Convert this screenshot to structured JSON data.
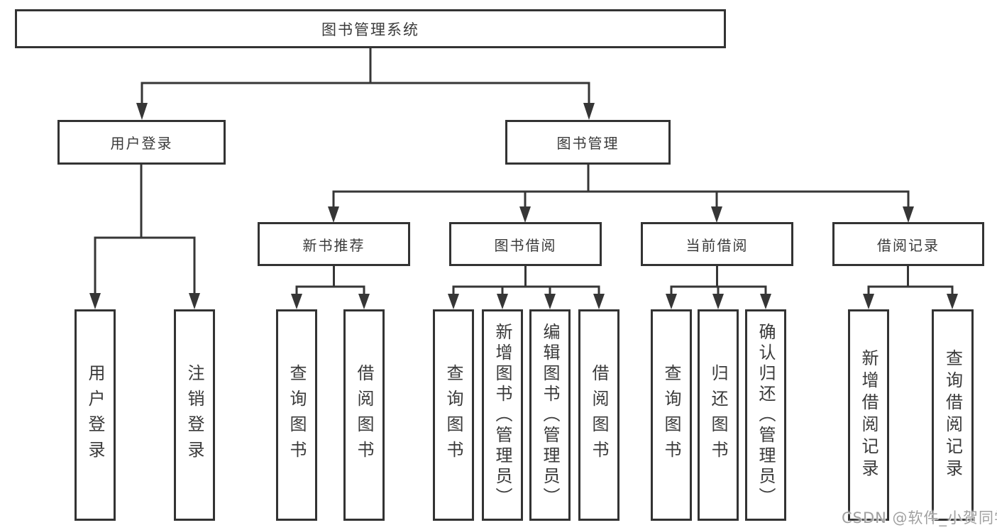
{
  "diagram": {
    "root": {
      "label": "图书管理系统"
    },
    "level2": [
      {
        "label": "用户登录"
      },
      {
        "label": "图书管理"
      }
    ],
    "level3": [
      {
        "label": "新书推荐",
        "parent": "图书管理"
      },
      {
        "label": "图书借阅",
        "parent": "图书管理"
      },
      {
        "label": "当前借阅",
        "parent": "图书管理"
      },
      {
        "label": "借阅记录",
        "parent": "图书管理"
      }
    ],
    "leaves": [
      {
        "label": "用户登录",
        "parent": "用户登录"
      },
      {
        "label": "注销登录",
        "parent": "用户登录"
      },
      {
        "label": "查询图书",
        "parent": "新书推荐"
      },
      {
        "label": "借阅图书",
        "parent": "新书推荐"
      },
      {
        "label": "查询图书",
        "parent": "图书借阅"
      },
      {
        "label": "新增图书（管理员）",
        "parent": "图书借阅"
      },
      {
        "label": "编辑图书（管理员）",
        "parent": "图书借阅"
      },
      {
        "label": "借阅图书",
        "parent": "图书借阅"
      },
      {
        "label": "查询图书",
        "parent": "当前借阅"
      },
      {
        "label": "归还图书",
        "parent": "当前借阅"
      },
      {
        "label": "确认归还（管理员）",
        "parent": "当前借阅"
      },
      {
        "label": "新增借阅记录",
        "parent": "借阅记录"
      },
      {
        "label": "查询借阅记录",
        "parent": "借阅记录"
      }
    ]
  },
  "watermark": {
    "text": "CSDN @软件_小贺同学"
  },
  "colors": {
    "line": "#363636",
    "box_border": "#333333",
    "box_fill": "#ffffff",
    "text": "#3a3a3a",
    "watermark": "#a0a0a0",
    "background": "#ffffff"
  }
}
